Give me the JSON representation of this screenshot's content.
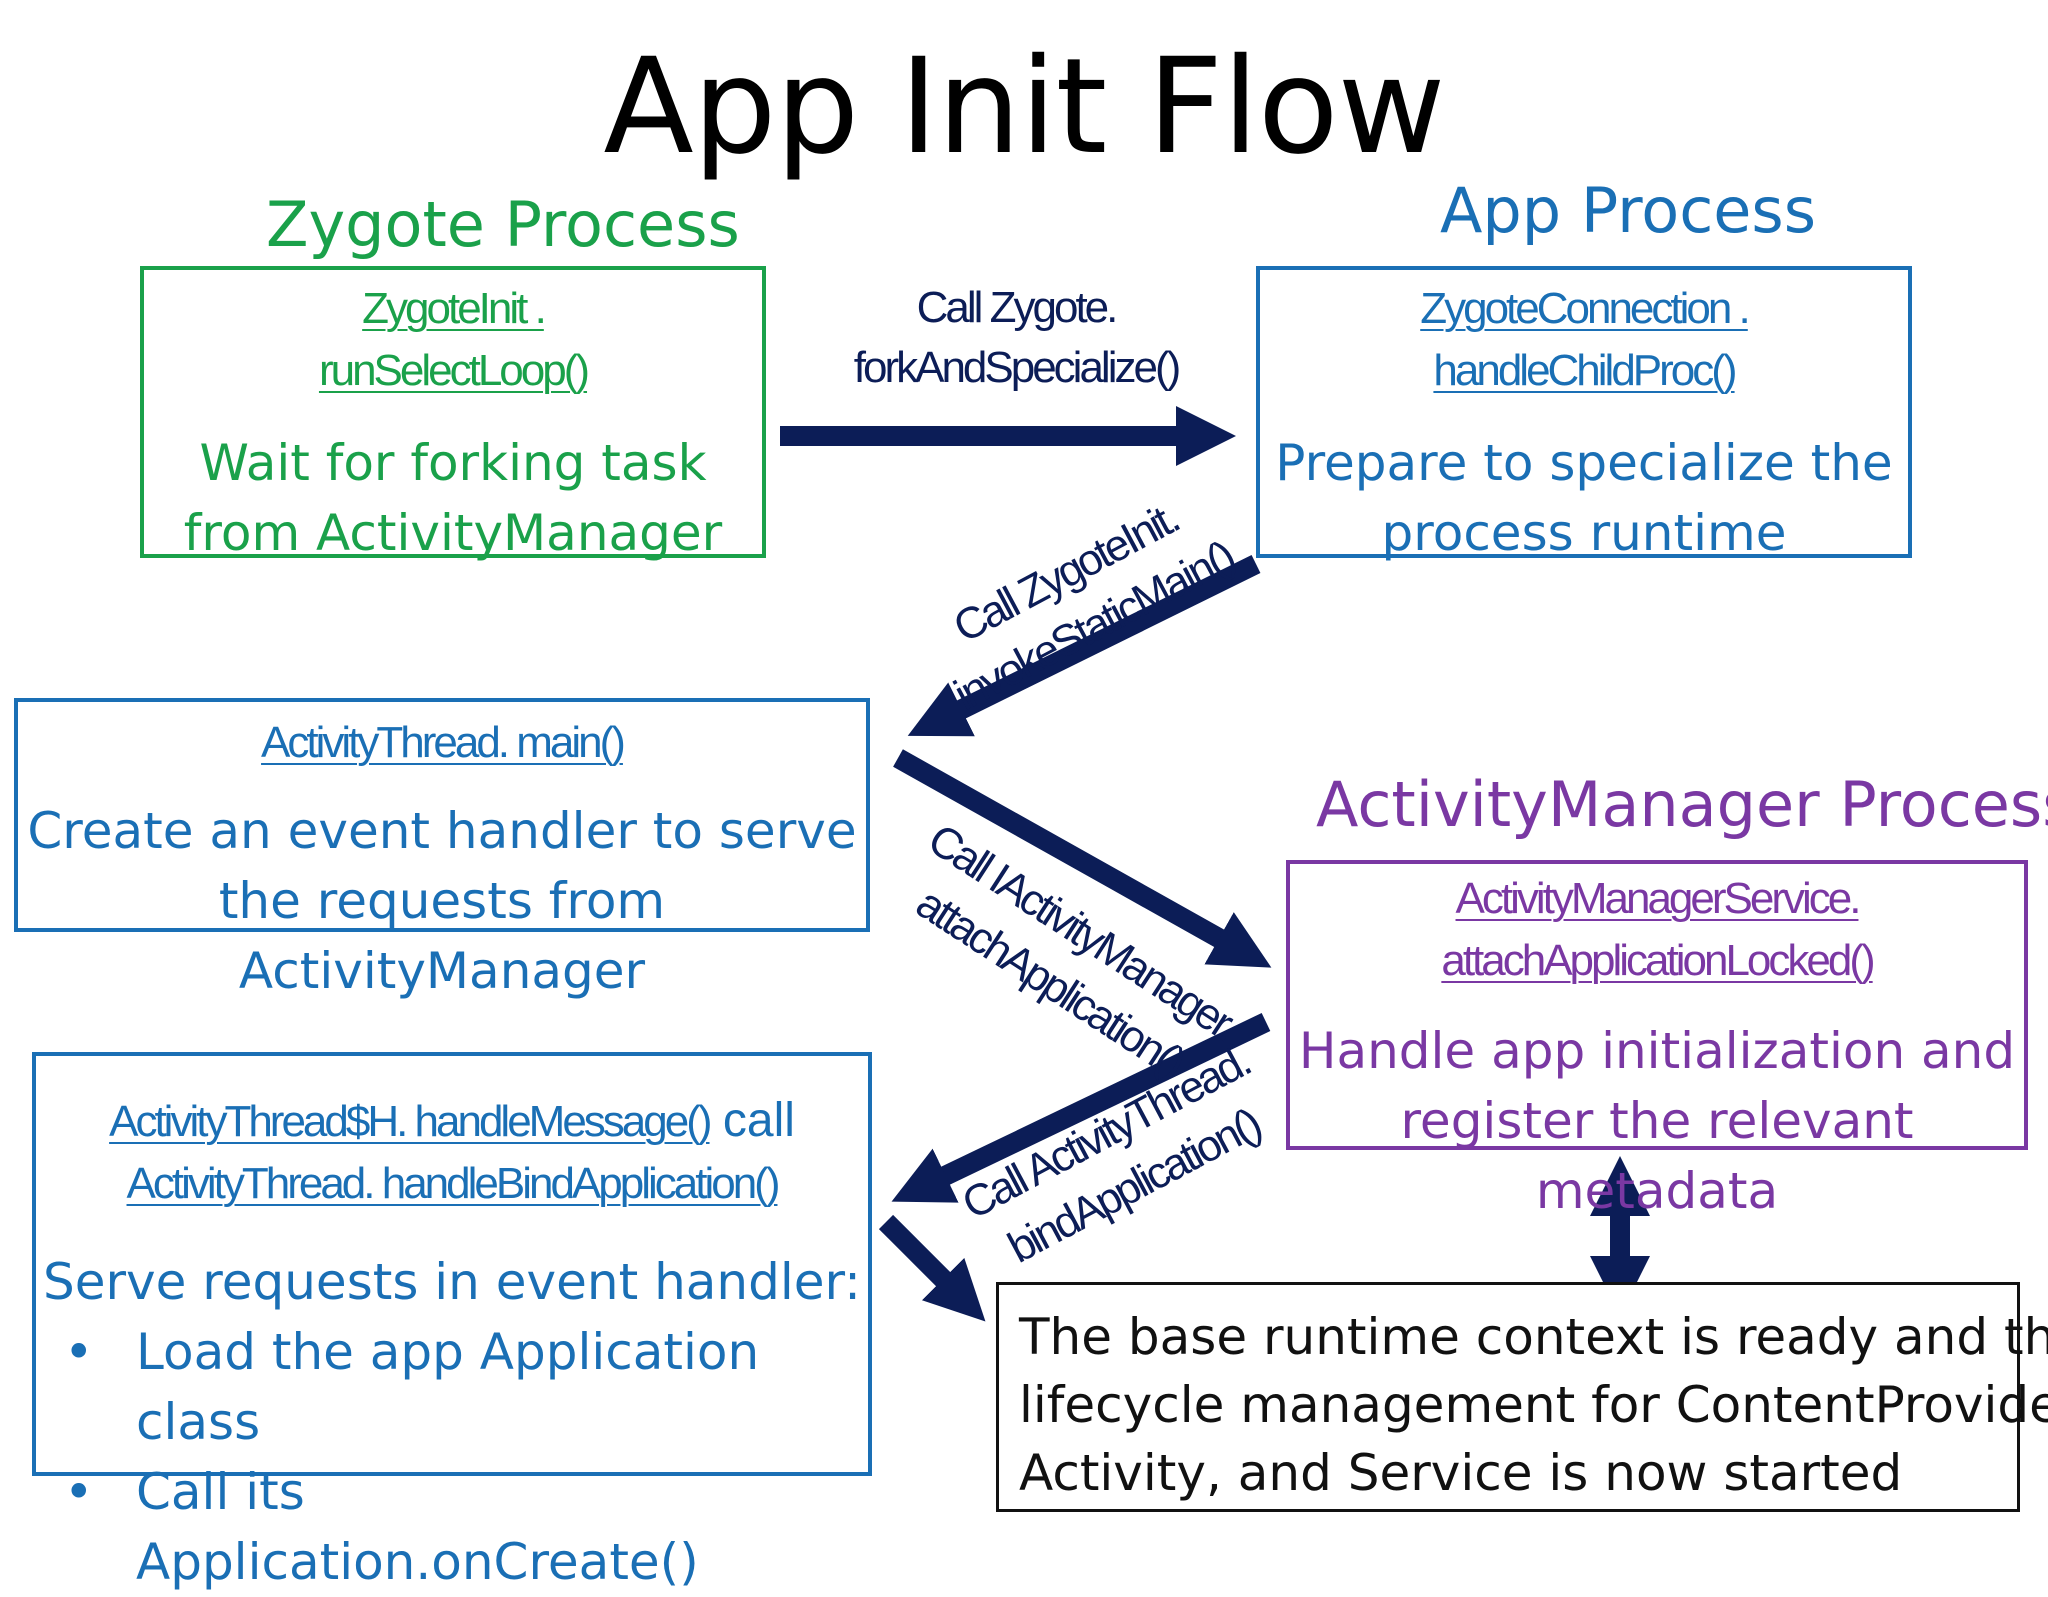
{
  "title": "App Init Flow",
  "zygote": {
    "label": "Zygote Process",
    "func_line1": "ZygoteInit .",
    "func_line2": "runSelectLoop()",
    "desc_line1": "Wait for forking task",
    "desc_line2": "from ActivityManager"
  },
  "app_process": {
    "label": "App Process",
    "func_line1": "ZygoteConnection .",
    "func_line2": "handleChildProc()",
    "desc_line1": "Prepare to specialize the",
    "desc_line2": "process runtime"
  },
  "activity_thread_main": {
    "func": "ActivityThread. main()",
    "desc_line1": "Create an event handler to serve",
    "desc_line2": "the requests from ActivityManager"
  },
  "activity_manager": {
    "label": "ActivityManager Process",
    "func_line1": "ActivityManagerService.",
    "func_line2": "attachApplicationLocked()",
    "desc_line1": "Handle app initialization and",
    "desc_line2": "register the relevant metadata"
  },
  "handle_message": {
    "func_line1": "ActivityThread$H. handleMessage()",
    "func_line1_suffix": " call",
    "func_line2": "ActivityThread. handleBindApplication()",
    "desc_heading": "Serve requests in event handler:",
    "bullets": [
      "Load the app Application class",
      "Call its Application.onCreate()"
    ]
  },
  "final": {
    "line1": "The base runtime context is ready and the",
    "line2": "lifecycle management for ContentProvider,",
    "line3": "Activity, and Service is now started"
  },
  "arrows": {
    "fork_line1": "Call  Zygote.",
    "fork_line2": "forkAndSpecialize()",
    "invoke_line1": "Call ZygoteInit.",
    "invoke_line2": "invokeStaticMain()",
    "attach_line1": "Call IActivityManager.",
    "attach_line2": "attachApplication()",
    "bind_line1": "Call ActivityThread.",
    "bind_line2": "bindApplication()"
  },
  "colors": {
    "zygote": "#1aa14a",
    "app": "#1a6fb5",
    "activity_manager": "#7a38a3",
    "arrow": "#0c1d57"
  }
}
